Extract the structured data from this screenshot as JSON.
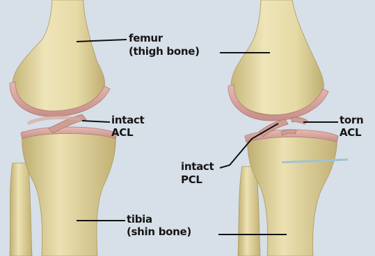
{
  "labels": {
    "femur": "femur",
    "femur_sub": "(thigh bone)",
    "acl_left_1": "intact",
    "acl_left_2": "ACL",
    "pcl_1": "intact",
    "pcl_2": "PCL",
    "acl_right_1": "torn",
    "acl_right_2": "ACL",
    "tibia": "tibia",
    "tibia_sub": "(shin bone)"
  },
  "colors": {
    "background": "#d7dfe8",
    "bone": "#e9dfae",
    "bone_shadow": "#c9b87a",
    "cartilage": "#d9a5a0",
    "ligament": "#c89a8e",
    "leader_line": "#111111"
  }
}
